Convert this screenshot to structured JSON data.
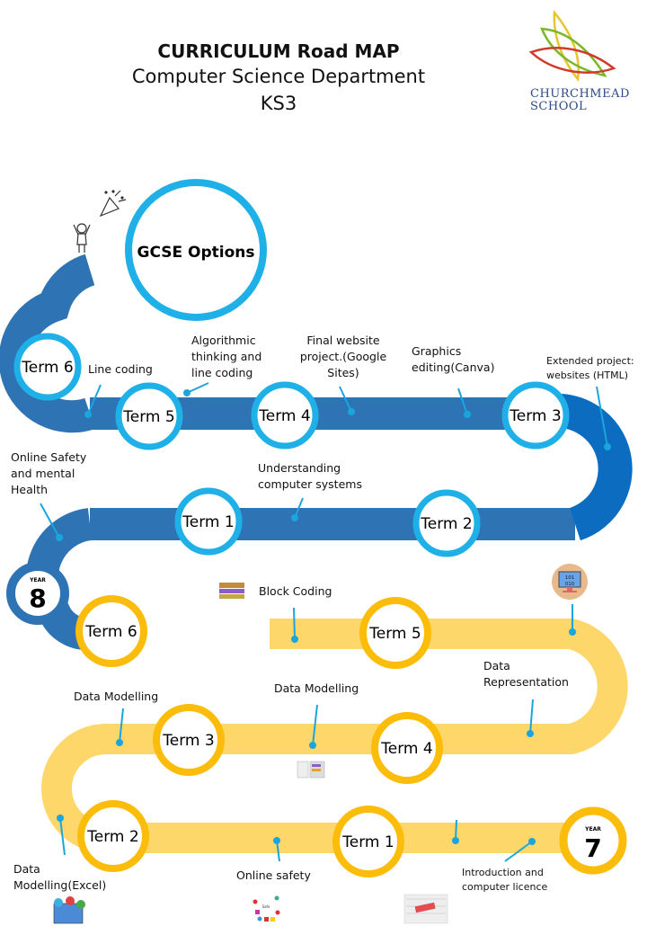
{
  "header": {
    "title": "CURRICULUM Road MAP",
    "department": "Computer Science Department",
    "key_stage": "KS3"
  },
  "logo": {
    "line1": "CHURCHMEAD",
    "line2": "SCHOOL",
    "colors": [
      "#e8c530",
      "#7ab828",
      "#d03a2a"
    ]
  },
  "colors": {
    "ks3_blue_path": "#2e74b5",
    "ks3_blue_curve": "#0b6cc0",
    "ring_blue": "#1fb0e8",
    "year7_path": "#fdd76a",
    "ring_yellow": "#fbbc0a",
    "pin": "#1aa6dc"
  },
  "goal": {
    "label": "GCSE Options",
    "icons": [
      "party-popper-icon",
      "celebrating-child-icon"
    ]
  },
  "year8": {
    "badge_small": "YEAR",
    "badge_number": "8",
    "terms": [
      "Term 1",
      "Term 2",
      "Term 3",
      "Term 4",
      "Term 5",
      "Term 6"
    ],
    "topics": [
      "Online Safety and  mental Health",
      "Understanding computer  systems",
      "Extended project: websites (HTML)",
      "Graphics editing(Canva)",
      "Final website project.(Google Sites)",
      "Algorithmic thinking and line coding",
      "Line coding"
    ]
  },
  "year7": {
    "badge_small": "YEAR",
    "badge_number": "7",
    "terms": [
      "Term 1",
      "Term 2",
      "Term 3",
      "Term 4",
      "Term 5",
      "Term 6"
    ],
    "topics": [
      "Introduction and computer  licence",
      "Online safety",
      "Data Modelling(Excel)",
      "Data Modelling",
      "Data Modelling",
      "Data Representation",
      "Block Coding"
    ],
    "icons": [
      "block-coding-icon",
      "binary-monitor-icon",
      "scratch-editor-icon",
      "spreadsheet-icon",
      "online-safety-icon",
      "keyboard-licence-icon"
    ]
  }
}
